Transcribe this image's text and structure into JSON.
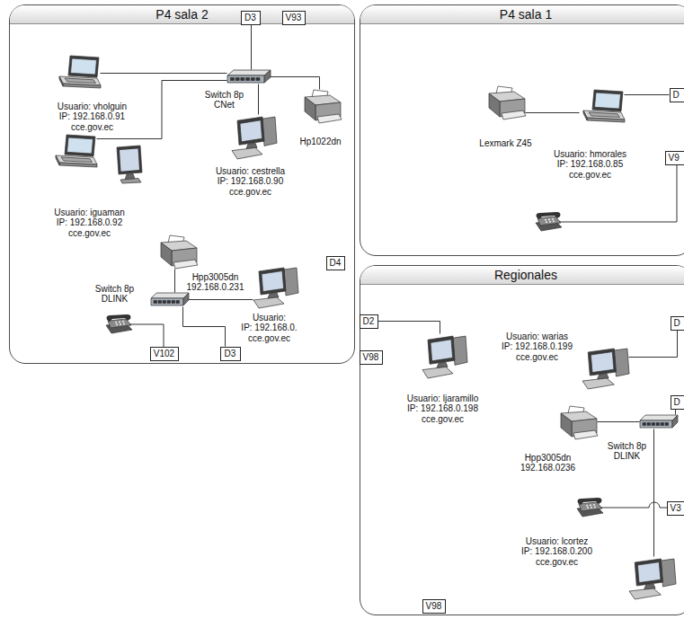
{
  "diagram": {
    "nodes": [
      {
        "text": [
          "P4 sala 2"
        ]
      },
      {
        "text": [
          "D3"
        ],
        "in": 0
      },
      {
        "text": [
          "V93"
        ],
        "in": 0
      },
      {
        "text": [
          "Usuario: vholguin",
          "IP: 192.168.0.91",
          "cce.gov.ec"
        ],
        "in": 0
      },
      {
        "text": [
          "Switch 8p",
          "CNet"
        ],
        "in": 0
      },
      {
        "text": [
          "Hp1022dn"
        ],
        "in": 0
      },
      {
        "text": [
          "Usuario: cestrella",
          "IP: 192.168.0.90",
          "cce.gov.ec"
        ],
        "in": 0
      },
      {
        "text": [
          "Usuario: iguaman",
          "IP: 192.168.0.92",
          "cce.gov.ec"
        ],
        "in": 0
      },
      {
        "text": [
          "Hpp3005dn",
          "192.168.0.231"
        ],
        "in": 0
      },
      {
        "text": [
          "D4"
        ],
        "in": 0
      },
      {
        "text": [
          "Switch 8p",
          "DLINK"
        ],
        "in": 0
      },
      {
        "text": [
          "Usuario:",
          "IP: 192.168.0.",
          "cce.gov.ec"
        ],
        "in": 0
      },
      {
        "text": [
          "V102"
        ],
        "in": 0
      },
      {
        "text": [
          "D3"
        ],
        "in": 0
      },
      {
        "text": [
          "P4 sala 1"
        ]
      },
      {
        "text": [
          "Lexmark Z45"
        ],
        "in": 14
      },
      {
        "text": [
          "Usuario: hmorales",
          "IP: 192.168.0.85",
          "cce.gov.ec"
        ],
        "in": 14
      },
      {
        "text": [
          "D"
        ],
        "in": 14
      },
      {
        "text": [
          "V9"
        ],
        "in": 14
      },
      {
        "text": [
          "Regionales"
        ]
      },
      {
        "text": [
          "D2"
        ],
        "in": 19
      },
      {
        "text": [
          "V98"
        ],
        "in": 19
      },
      {
        "text": [
          "Usuario: ljaramillo",
          "IP: 192.168.0.198",
          "cce.gov.ec"
        ],
        "in": 19
      },
      {
        "text": [
          "Usuario: warias",
          "IP: 192.168.0.199",
          "cce.gov.ec"
        ],
        "in": 19
      },
      {
        "text": [
          "D"
        ],
        "in": 19
      },
      {
        "text": [
          "D"
        ],
        "in": 19
      },
      {
        "text": [
          "Switch 8p",
          "DLINK"
        ],
        "in": 19
      },
      {
        "text": [
          "Hpp3005dn",
          "192.168.0236"
        ],
        "in": 19
      },
      {
        "text": [
          "V3"
        ],
        "in": 19
      },
      {
        "text": [
          "Usuario: lcortez",
          "IP: 192.168.0.200",
          "cce.gov.ec"
        ],
        "in": 19
      },
      {
        "text": [
          "V98"
        ],
        "in": 19
      }
    ],
    "edges": [
      {
        "from": 1,
        "to": 4,
        "arrow": "none"
      },
      {
        "from": 3,
        "to": 4,
        "arrow": "none"
      },
      {
        "from": 4,
        "to": 5,
        "arrow": "none"
      },
      {
        "from": 4,
        "to": 6,
        "arrow": "none"
      },
      {
        "from": 7,
        "to": 4,
        "arrow": "none"
      },
      {
        "from": 8,
        "to": 10,
        "arrow": "none"
      },
      {
        "from": 10,
        "to": 11,
        "arrow": "none"
      },
      {
        "from": 10,
        "to": 13,
        "arrow": "none"
      },
      {
        "from": 15,
        "to": 16,
        "arrow": "none"
      },
      {
        "from": 16,
        "to": 17,
        "arrow": "none"
      },
      {
        "from": 20,
        "to": 22,
        "arrow": "none"
      },
      {
        "from": 23,
        "to": 24,
        "arrow": "none"
      },
      {
        "from": 25,
        "to": 26,
        "arrow": "none"
      },
      {
        "from": 27,
        "to": 26,
        "arrow": "none"
      },
      {
        "from": 26,
        "to": 29,
        "arrow": "none"
      }
    ]
  }
}
